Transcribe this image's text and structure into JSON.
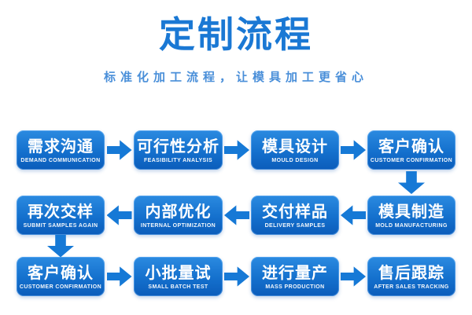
{
  "header": {
    "title": "定制流程",
    "subtitle": "标准化加工流程，让模具加工更省心"
  },
  "colors": {
    "title_color": "#1a78d4",
    "subtitle_color": "#4a8fd9",
    "box_top": "#2b8ae0",
    "box_mid": "#1470cd",
    "box_bottom": "#0b5cba",
    "arrow": "#1679d6",
    "step_text": "#ffffff"
  },
  "flow": {
    "rows": [
      {
        "direction": "right",
        "steps": [
          {
            "zh": "需求沟通",
            "en": "DEMAND COMMUNICATION"
          },
          {
            "zh": "可行性分析",
            "en": "FEASIBILITY ANALYSIS"
          },
          {
            "zh": "模具设计",
            "en": "MOULD DESIGN"
          },
          {
            "zh": "客户确认",
            "en": "CUSTOMER CONFIRMATION"
          }
        ]
      },
      {
        "direction": "left",
        "steps": [
          {
            "zh": "再次交样",
            "en": "SUBMIT SAMPLES AGAIN"
          },
          {
            "zh": "内部优化",
            "en": "INTERNAL OPTIMIZATION"
          },
          {
            "zh": "交付样品",
            "en": "DELIVERY SAMPLES"
          },
          {
            "zh": "模具制造",
            "en": "MOLD MANUFACTURING"
          }
        ]
      },
      {
        "direction": "right",
        "steps": [
          {
            "zh": "客户确认",
            "en": "CUSTOMER CONFIRMATION"
          },
          {
            "zh": "小批量试",
            "en": "SMALL BATCH TEST"
          },
          {
            "zh": "进行量产",
            "en": "MASS PRODUCTION"
          },
          {
            "zh": "售后跟踪",
            "en": "AFTER SALES TRACKING"
          }
        ]
      }
    ]
  }
}
